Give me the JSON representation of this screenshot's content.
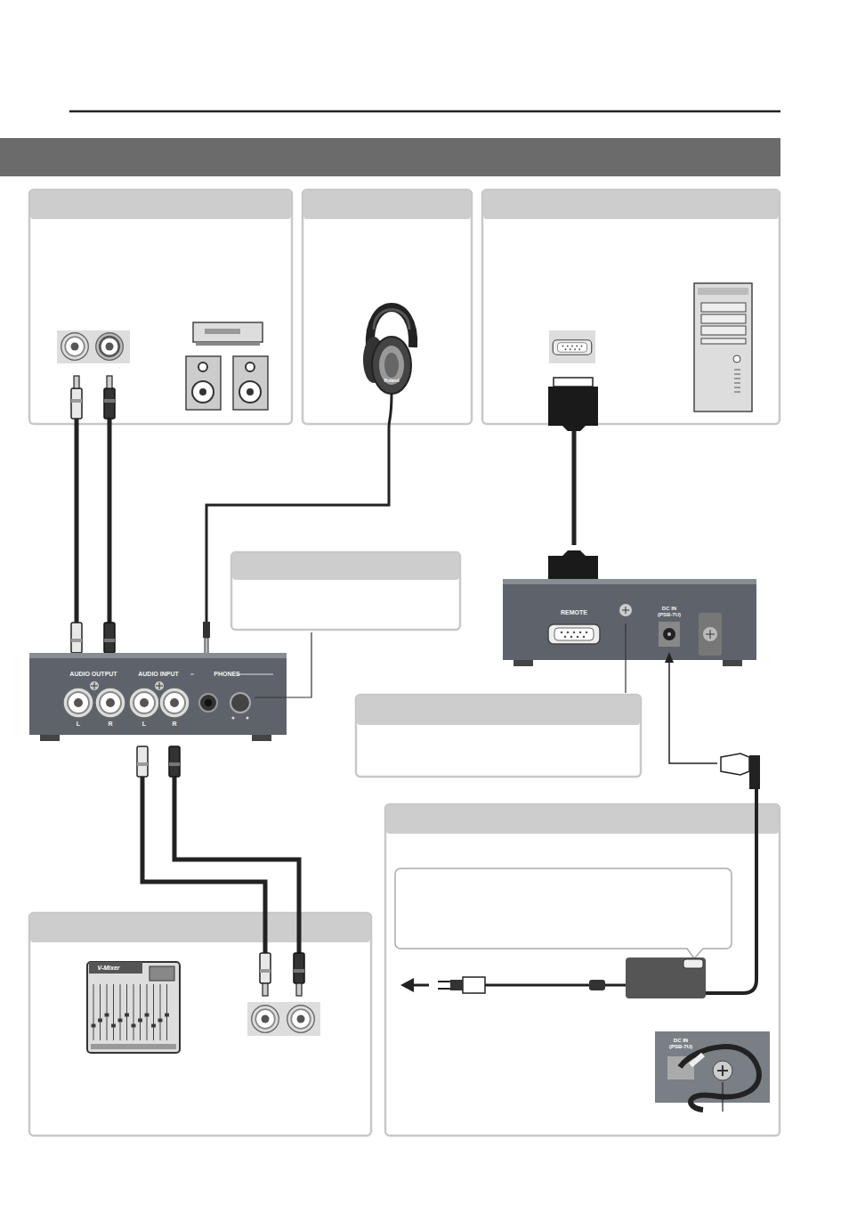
{
  "diagram": {
    "nodes": [
      {
        "text": [
          "AUDIO OUTPUT",
          "AUDIO INPUT",
          "PHONES",
          "L",
          "R",
          "L",
          "R"
        ]
      },
      {
        "text": [
          "REMOTE",
          "DC IN (PSB-7U)"
        ]
      }
    ],
    "labels": [
      "Roland",
      "V-Mixer",
      "DC IN (PSB-7U)"
    ]
  }
}
